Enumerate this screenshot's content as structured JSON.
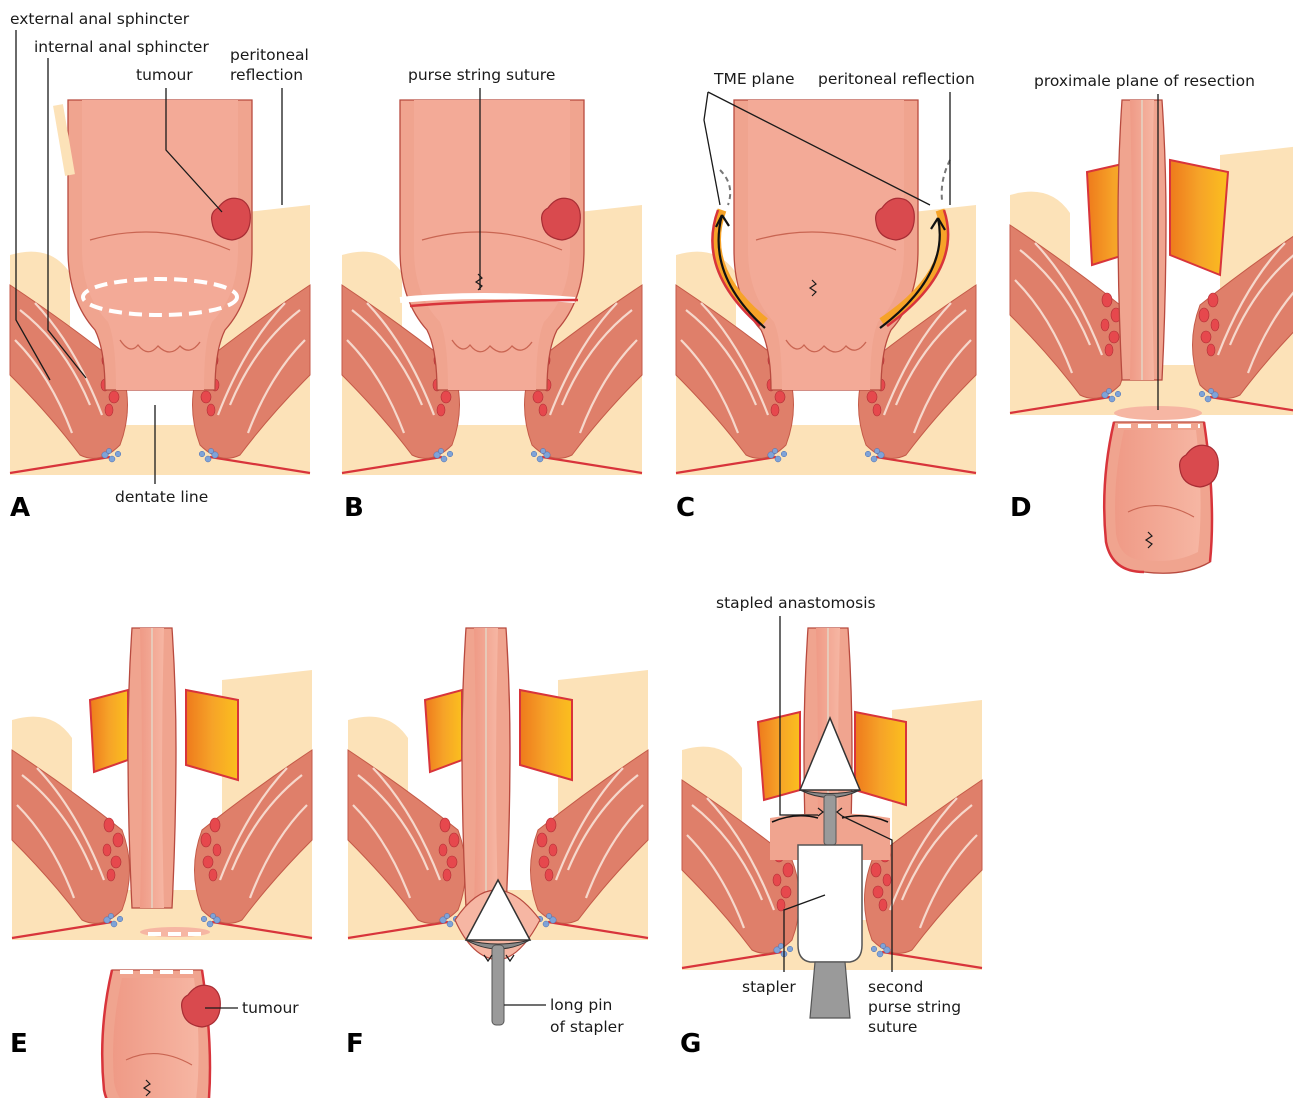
{
  "panels": {
    "A": {
      "letter": "A",
      "labels": {
        "external_anal_sphincter": "external anal sphincter",
        "internal_anal_sphincter": "internal anal sphincter",
        "tumour": "tumour",
        "peritoneal_reflection_1": "peritoneal",
        "peritoneal_reflection_2": "reflection",
        "dentate_line": "dentate line"
      }
    },
    "B": {
      "letter": "B",
      "labels": {
        "purse_string_suture": "purse string suture"
      }
    },
    "C": {
      "letter": "C",
      "labels": {
        "tme_plane": "TME plane",
        "peritoneal_reflection": "peritoneal reflection"
      }
    },
    "D": {
      "letter": "D",
      "labels": {
        "proximal_plane": "proximale plane of resection"
      }
    },
    "E": {
      "letter": "E",
      "labels": {
        "tumour": "tumour"
      }
    },
    "F": {
      "letter": "F",
      "labels": {
        "long_pin_1": "long pin",
        "long_pin_2": "of stapler"
      }
    },
    "G": {
      "letter": "G",
      "labels": {
        "stapled_anastomosis": "stapled anastomosis",
        "stapler": "stapler",
        "second_purse_1": "second",
        "second_purse_2": "purse string",
        "second_purse_3": "suture"
      }
    }
  },
  "colors": {
    "fat": "#fce2b8",
    "muscle": "#df7f6a",
    "bowel": "#f0a48f",
    "tumour": "#d94a4e",
    "mesorectum": "#f5a623",
    "skin_line": "#d8343b"
  }
}
